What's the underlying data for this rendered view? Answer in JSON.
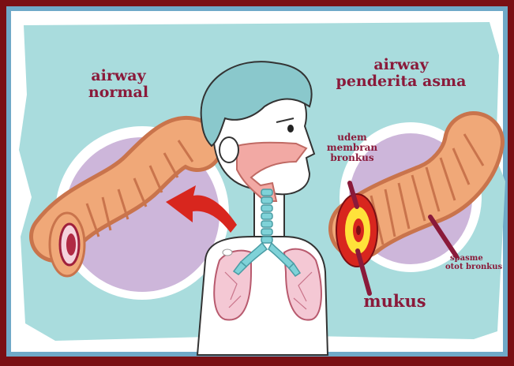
{
  "labels": {
    "normal_line1": "airway",
    "normal_line2": "normal",
    "asthma_line1": "airway",
    "asthma_line2": "penderita asma",
    "udem_line1": "udem",
    "udem_line2": "membran",
    "udem_line3": "bronkus",
    "spasme_line1": "spasme",
    "spasme_line2": "otot bronkus",
    "mukus": "mukus"
  },
  "colors": {
    "frame": "#7a0f14",
    "panel": "#a9dcdd",
    "paper": "#ffffff",
    "label": "#8a1a3a",
    "tube": "#f0a878",
    "tube_dark": "#c9744c",
    "bubble": "#cdb6da",
    "hair": "#8ac8cc",
    "skin": "#ffffff",
    "lung": "#f4c8d4",
    "trachea": "#7fd2d8",
    "arrow": "#d8261e"
  }
}
